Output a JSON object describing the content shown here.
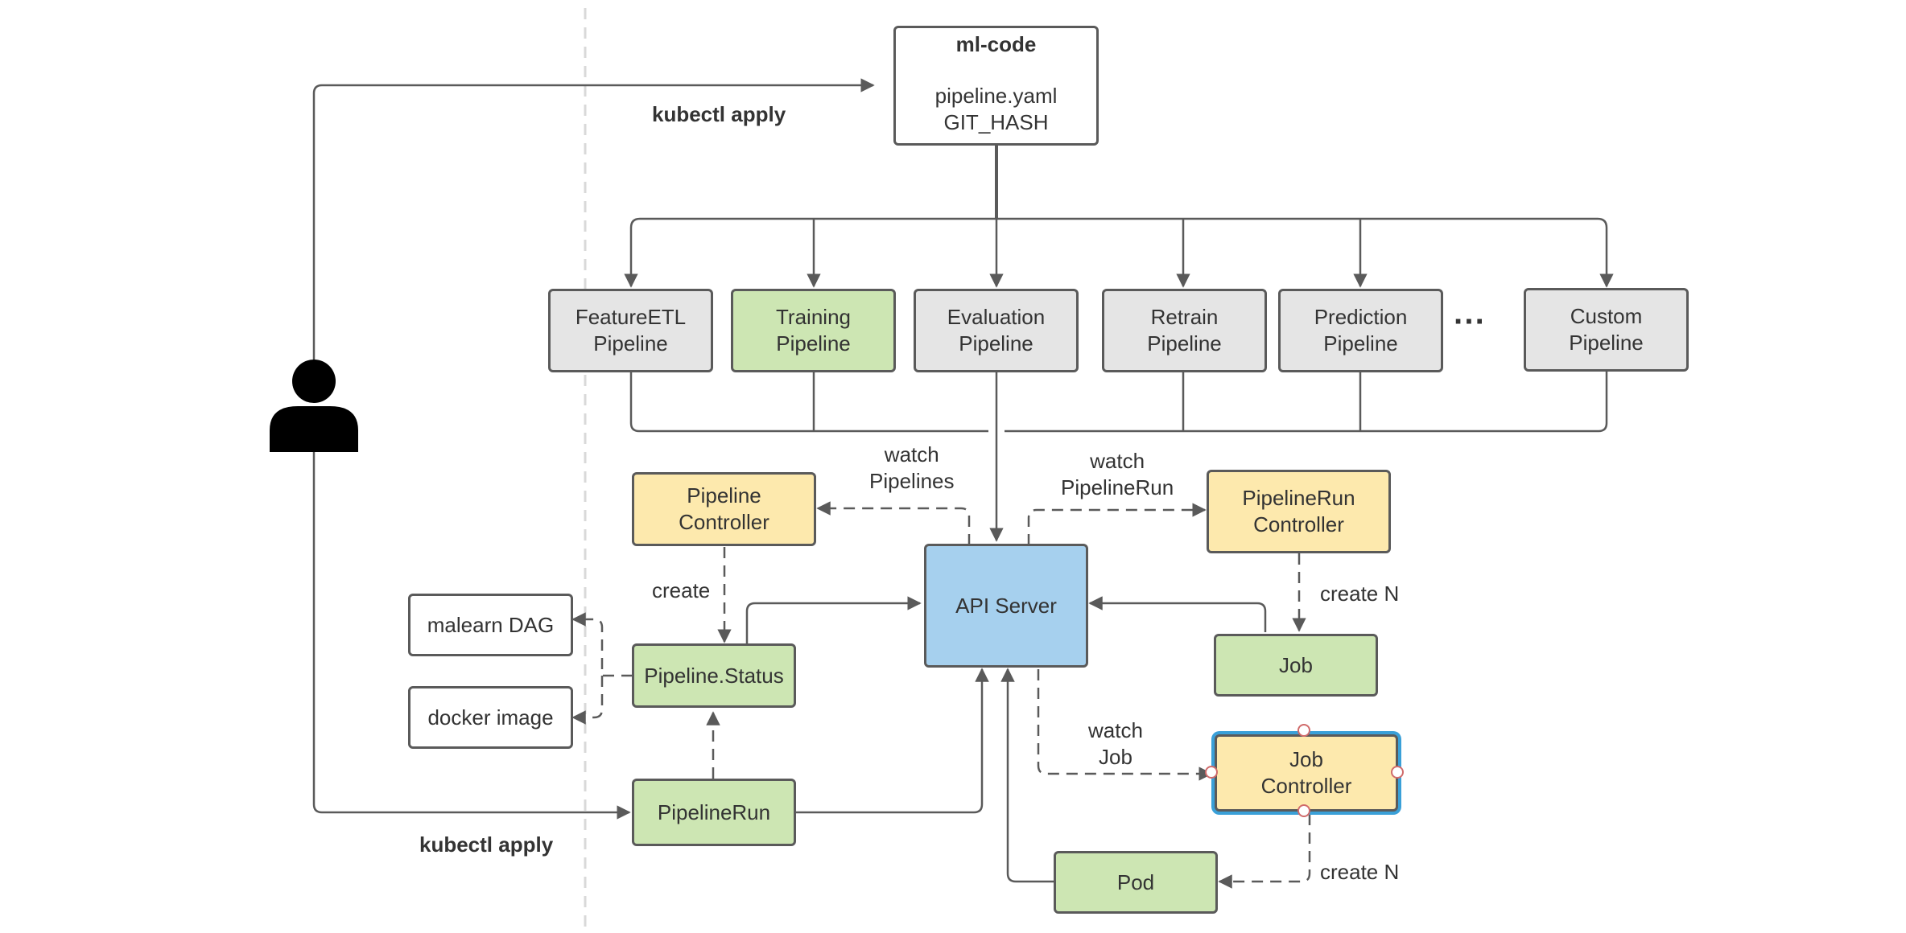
{
  "repo": {
    "title": "ml-code",
    "file": "pipeline.yaml",
    "hash": "GIT_HASH"
  },
  "labels": {
    "kubectl_top": "kubectl apply",
    "kubectl_bottom": "kubectl apply",
    "watch_pipelines_1": "watch",
    "watch_pipelines_2": "Pipelines",
    "watch_pipelinerun_1": "watch",
    "watch_pipelinerun_2": "PipelineRun",
    "watch_job_1": "watch",
    "watch_job_2": "Job",
    "create": "create",
    "create_n_job": "create N",
    "create_n_pod": "create N",
    "ellipsis": "···"
  },
  "pipelines": [
    {
      "line1": "FeatureETL",
      "line2": "Pipeline"
    },
    {
      "line1": "Training",
      "line2": "Pipeline"
    },
    {
      "line1": "Evaluation",
      "line2": "Pipeline"
    },
    {
      "line1": "Retrain",
      "line2": "Pipeline"
    },
    {
      "line1": "Prediction",
      "line2": "Pipeline"
    },
    {
      "line1": "Custom",
      "line2": "Pipeline"
    }
  ],
  "nodes": {
    "pipeline_controller_1": "Pipeline",
    "pipeline_controller_2": "Controller",
    "pipelinerun_controller_1": "PipelineRun",
    "pipelinerun_controller_2": "Controller",
    "api_server": "API Server",
    "job": "Job",
    "job_controller_1": "Job",
    "job_controller_2": "Controller",
    "pipeline_status": "Pipeline.Status",
    "malearn_dag": "malearn DAG",
    "docker_image": "docker image",
    "pipelinerun": "PipelineRun",
    "pod": "Pod"
  },
  "colors": {
    "line": "#5a5a5a",
    "gray": "#e5e5e5",
    "green": "#cde6b3",
    "yellow": "#fde9ad",
    "blue": "#a6d0ee",
    "selection": "#3aa0d8"
  }
}
